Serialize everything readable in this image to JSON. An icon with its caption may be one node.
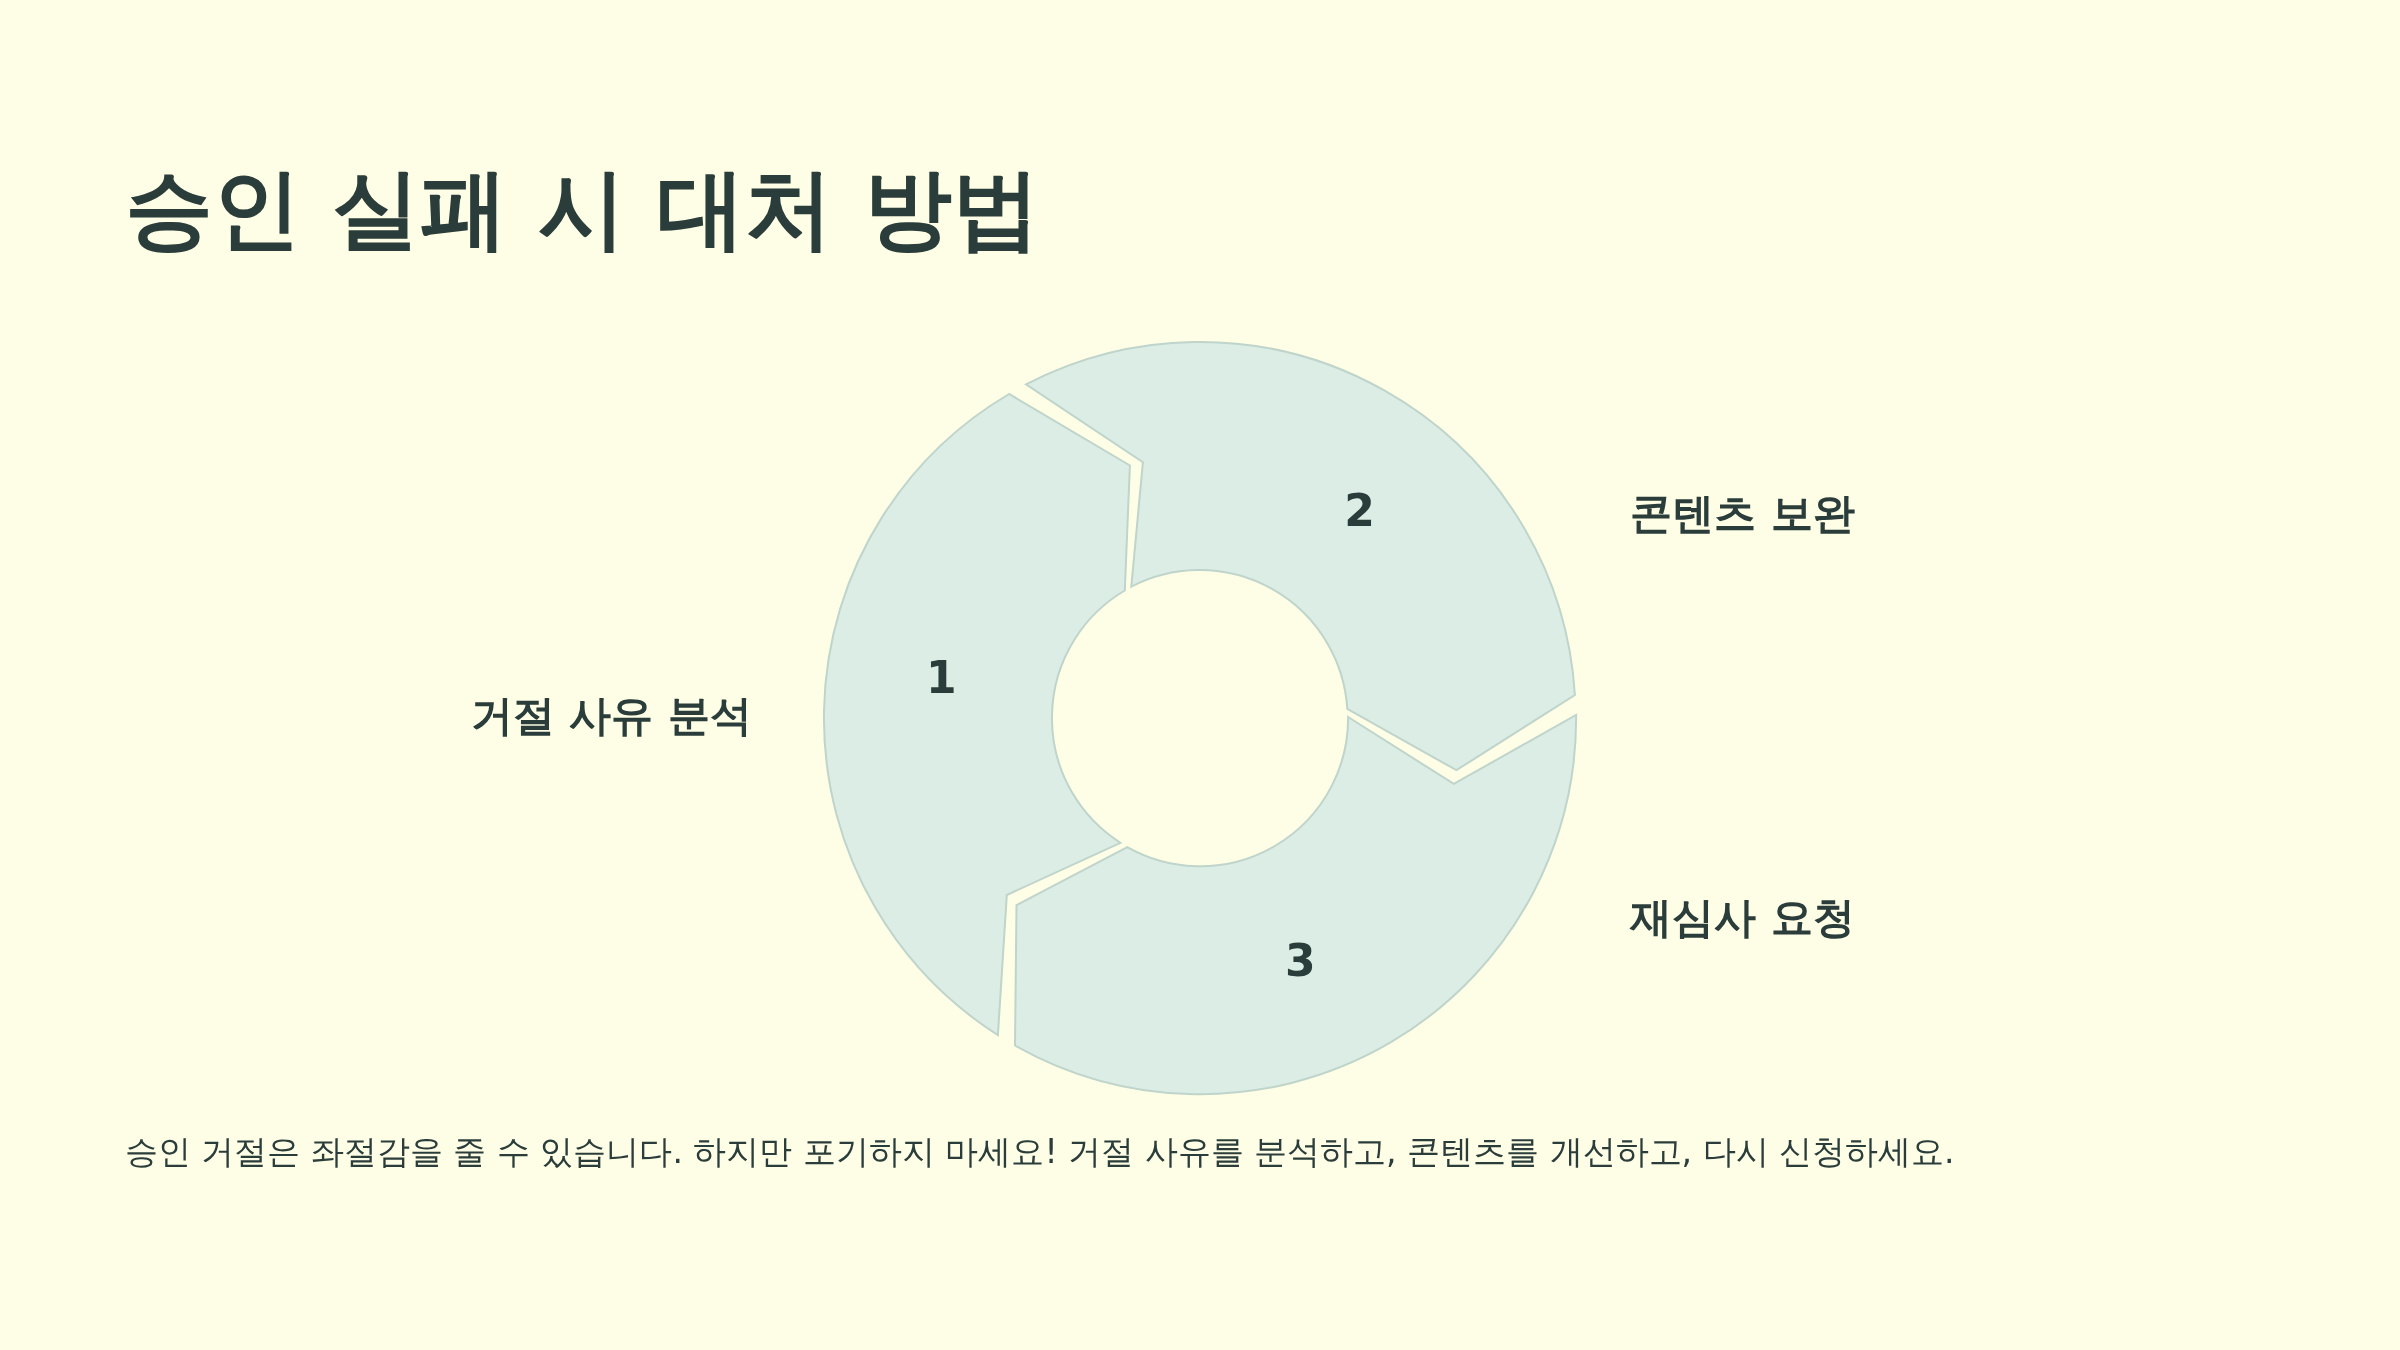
{
  "diagram": {
    "title": "승인 실패 시 대처 방법",
    "caption": "승인 거절은 좌절감을 줄 수 있습니다. 하지만 포기하지 마세요! 거절 사유를 분석하고, 콘텐츠를 개선하고, 다시 신청하세요.",
    "nodes": [
      {
        "text": [
          "1"
        ],
        "beside": [
          "거절 사유 분석"
        ]
      },
      {
        "text": [
          "2"
        ],
        "beside": [
          "콘텐츠 보완"
        ]
      },
      {
        "text": [
          "3"
        ],
        "beside": [
          "재심사 요청"
        ]
      }
    ]
  }
}
